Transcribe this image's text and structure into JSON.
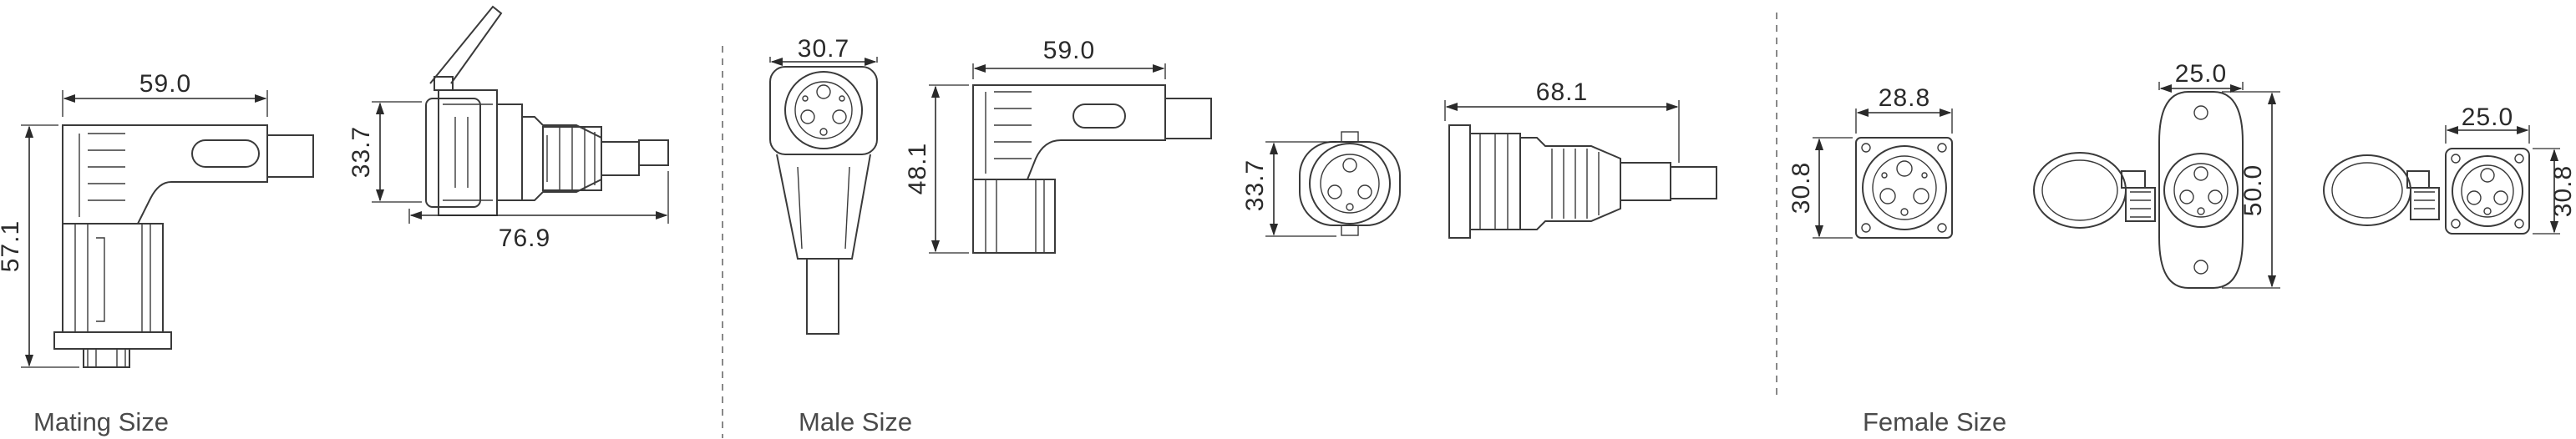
{
  "sections": {
    "mating": "Mating Size",
    "male": "Male Size",
    "female": "Female Size"
  },
  "dimensions": {
    "mating_side_width": "59.0",
    "mating_side_height": "57.1",
    "mating_top_height": "33.7",
    "mating_top_length": "76.9",
    "male_front_width": "30.7",
    "male_side_width": "59.0",
    "male_side_height": "48.1",
    "male_round_height": "33.7",
    "male_straight_length": "68.1",
    "female_square_width": "28.8",
    "female_square_height": "30.8",
    "female_flange_width": "25.0",
    "female_flange_height": "50.0",
    "female_small_width": "25.0",
    "female_small_height": "30.8"
  }
}
